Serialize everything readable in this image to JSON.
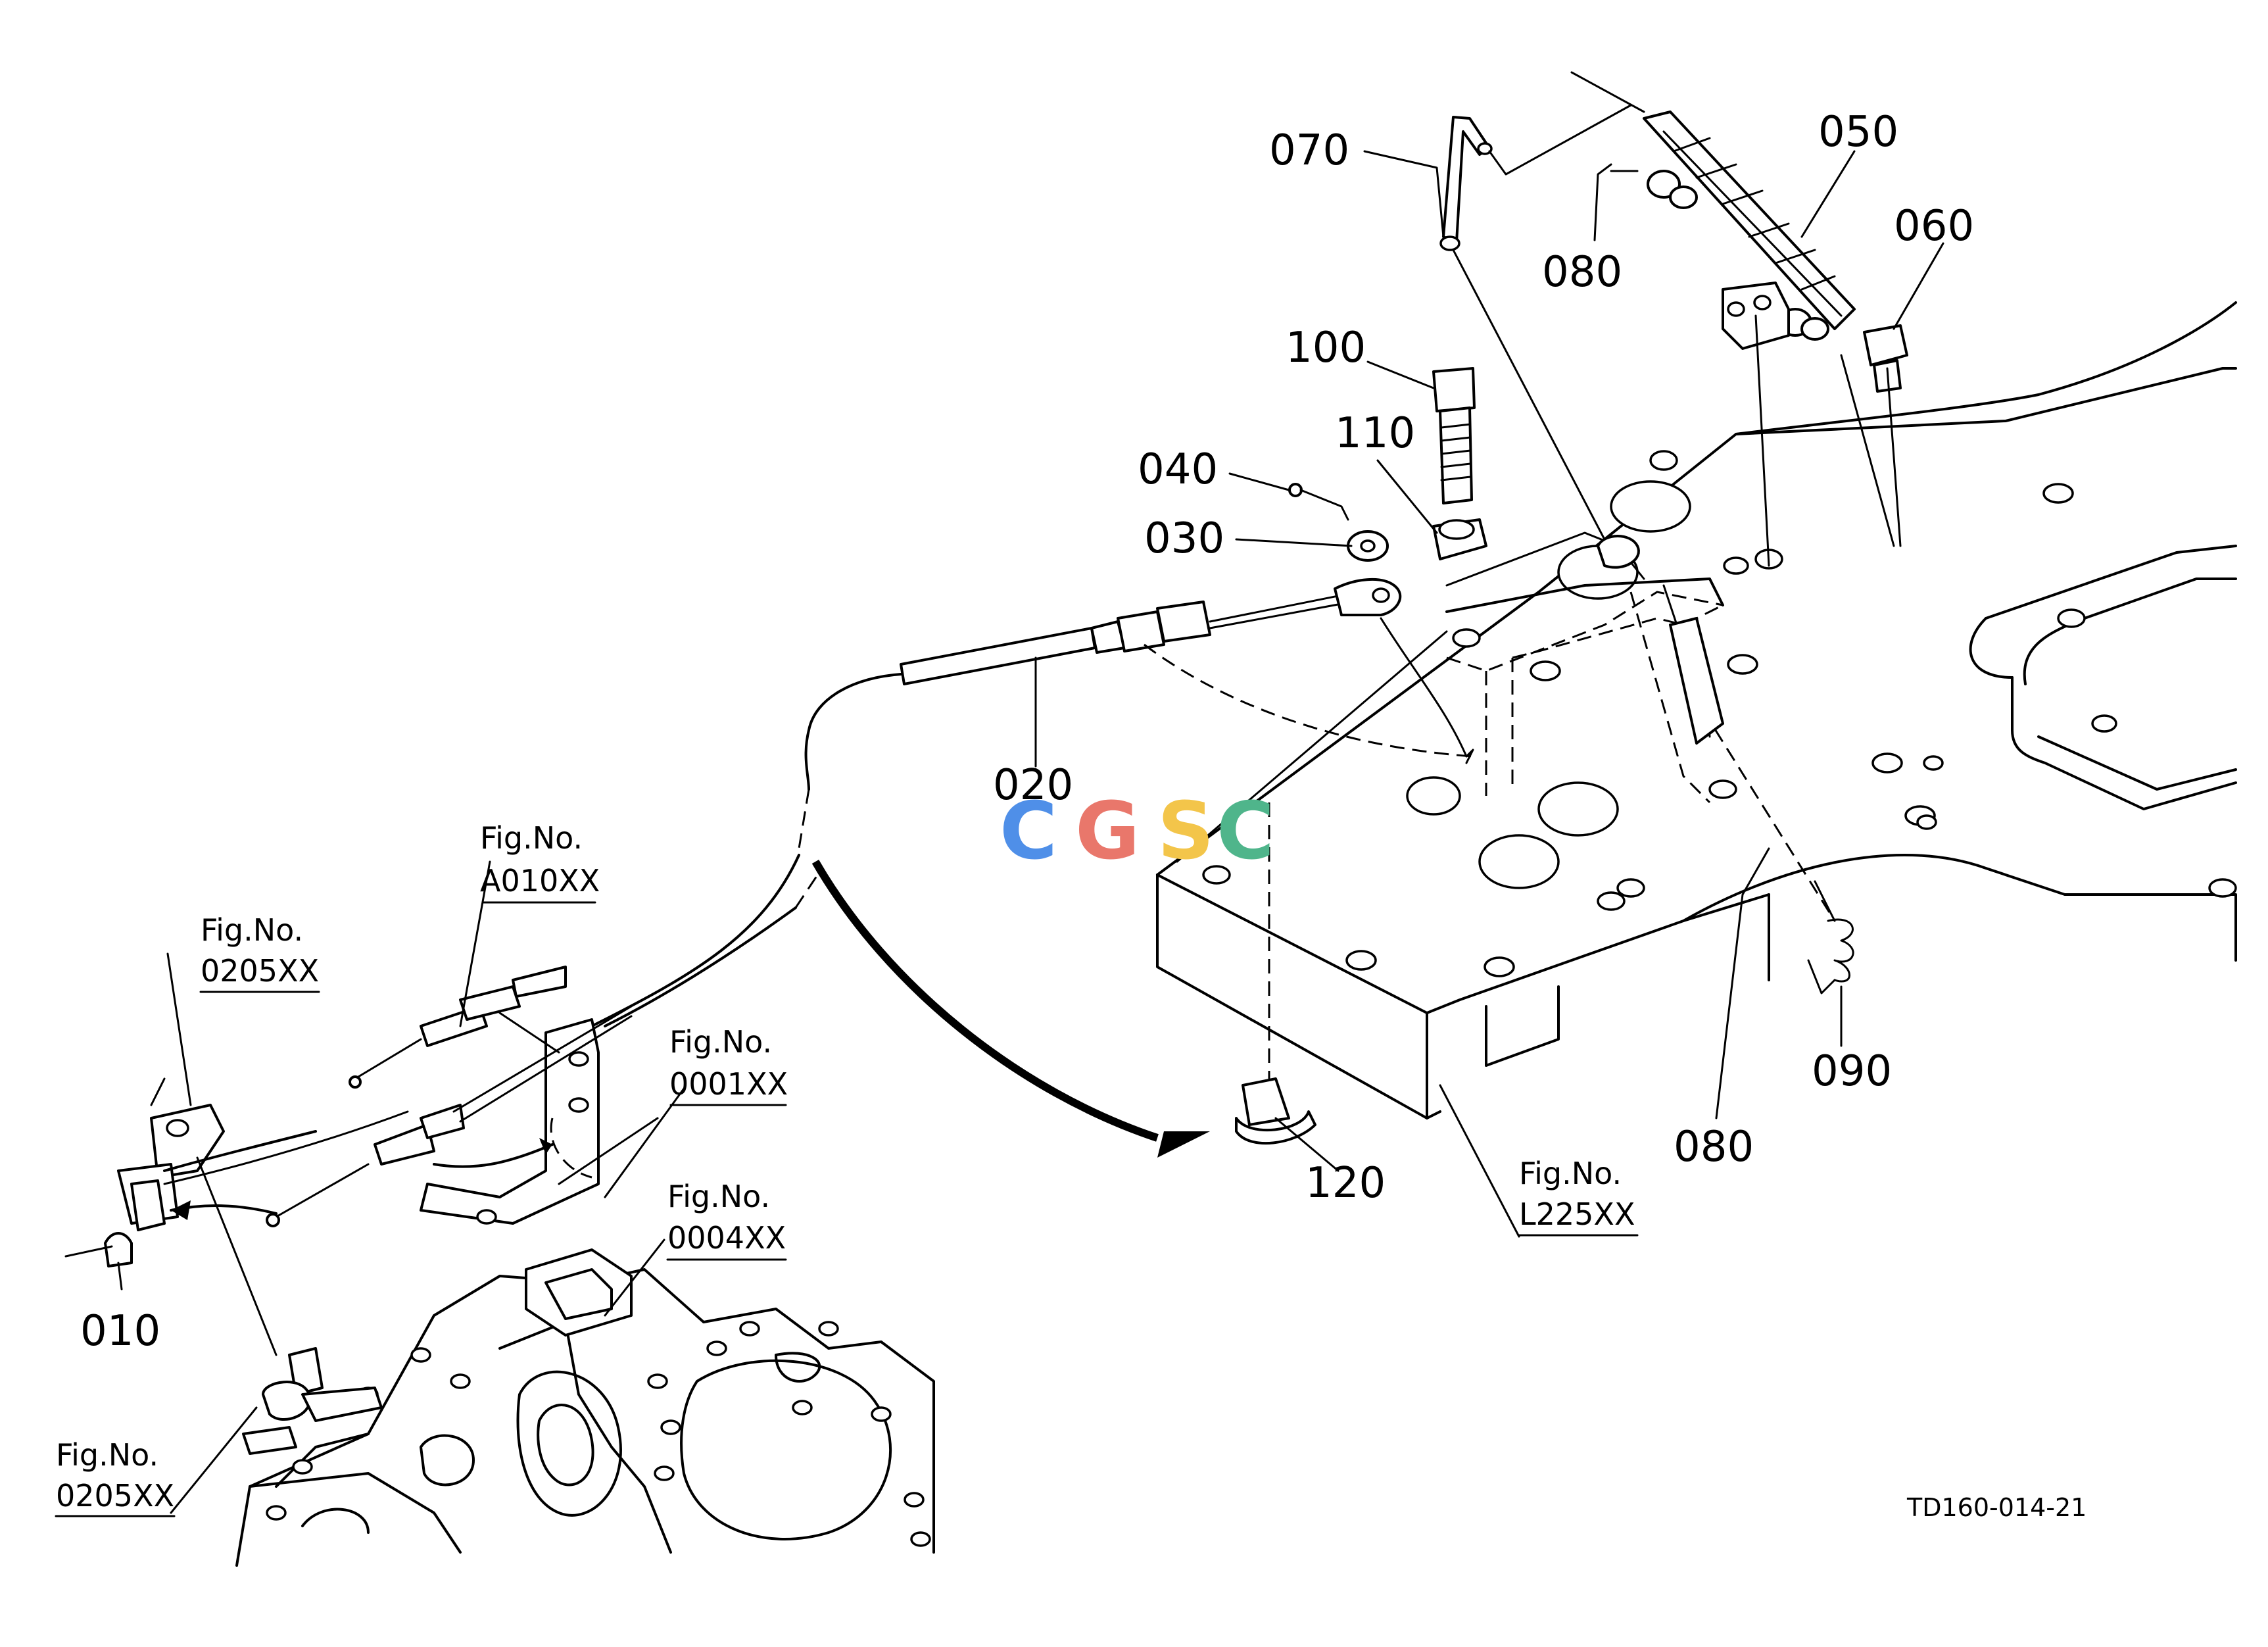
{
  "callouts": {
    "c010": "010",
    "c020": "020",
    "c030": "030",
    "c040": "040",
    "c050": "050",
    "c060": "060",
    "c070": "070",
    "c080_top": "080",
    "c080_bottom": "080",
    "c090": "090",
    "c100": "100",
    "c110": "110",
    "c120": "120"
  },
  "figure_refs": {
    "a010": {
      "line1": "Fig.No.",
      "line2": "A010XX"
    },
    "r0205_top": {
      "line1": "Fig.No.",
      "line2": "0205XX"
    },
    "r0205_bottom": {
      "line1": "Fig.No.",
      "line2": "0205XX"
    },
    "r0001": {
      "line1": "Fig.No.",
      "line2": "0001XX"
    },
    "r0004": {
      "line1": "Fig.No.",
      "line2": "0004XX"
    },
    "l225": {
      "line1": "Fig.No.",
      "line2": "L225XX"
    }
  },
  "watermark": {
    "letters": [
      "C",
      "G",
      "S",
      "C"
    ],
    "colors": [
      "#4f8fe8",
      "#e9776b",
      "#f3c54a",
      "#4fb58b"
    ]
  },
  "drawing_code": "TD160-014-21"
}
